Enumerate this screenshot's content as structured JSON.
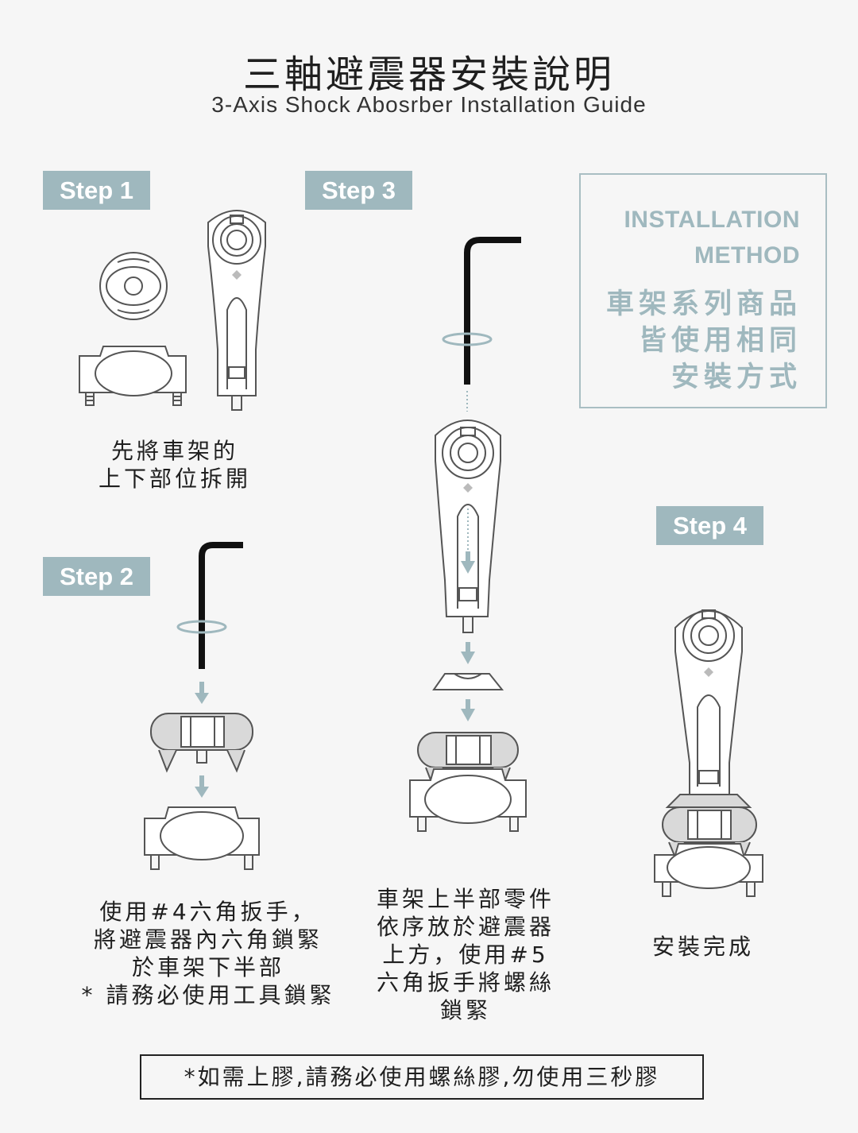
{
  "header": {
    "title": "三軸避震器安裝說明",
    "subtitle": "3-Axis Shock Abosrber Installation Guide"
  },
  "steps": {
    "step1": {
      "label": "Step 1",
      "caption_line1": "先將車架的",
      "caption_line2": "上下部位拆開"
    },
    "step2": {
      "label": "Step 2",
      "caption_line1": "使用#4六角扳手，",
      "caption_line2": "將避震器內六角鎖緊",
      "caption_line3": "於車架下半部",
      "caption_line4": "* 請務必使用工具鎖緊"
    },
    "step3": {
      "label": "Step 3",
      "caption_line1": "車架上半部零件",
      "caption_line2": "依序放於避震器",
      "caption_line3": "上方，使用#5",
      "caption_line4": "六角扳手將螺絲",
      "caption_line5": "鎖緊"
    },
    "step4": {
      "label": "Step 4",
      "caption_line1": "安裝完成"
    }
  },
  "method": {
    "en_line1": "INSTALLATION",
    "en_line2": "METHOD",
    "zh_line1": "車架系列商品",
    "zh_line2": "皆使用相同",
    "zh_line3": "安裝方式"
  },
  "note": "*如需上膠,請務必使用螺絲膠,勿使用三秒膠",
  "colors": {
    "accent": "#9fb8be",
    "background": "#f6f6f6",
    "text": "#1f1f1f"
  }
}
